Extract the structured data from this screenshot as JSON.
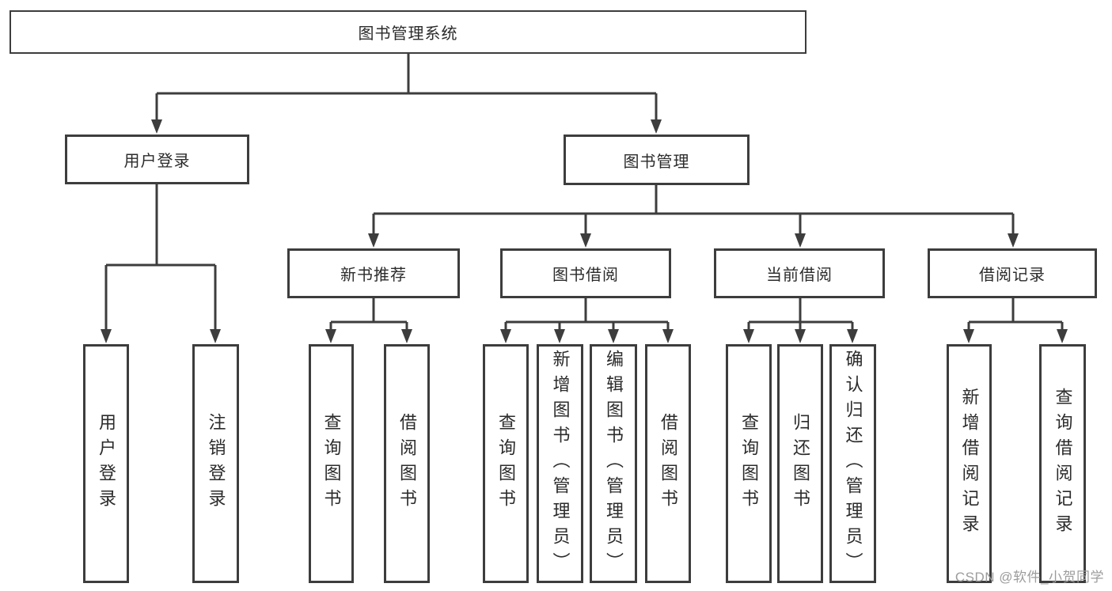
{
  "watermark": "CSDN @软件_小贺同学",
  "colors": {
    "line": "#3d3d3d",
    "text": "#2b2b2b",
    "watermark_text": "#9c9c9c",
    "background": "#ffffff"
  },
  "diagram": {
    "root": "图书管理系统",
    "level2": [
      "用户登录",
      "图书管理"
    ],
    "level3": [
      "新书推荐",
      "图书借阅",
      "当前借阅",
      "借阅记录"
    ],
    "level4": {
      "user_login": [
        "用户登录",
        "注销登录"
      ],
      "new_books": [
        "查询图书",
        "借阅图书"
      ],
      "book_borrowing": [
        "查询图书",
        "新增图书（管理员）",
        "编辑图书（管理员）",
        "借阅图书"
      ],
      "current_borrowing": [
        "查询图书",
        "归还图书",
        "确认归还（管理员）"
      ],
      "borrow_records": [
        "新增借阅记录",
        "查询借阅记录"
      ]
    }
  }
}
